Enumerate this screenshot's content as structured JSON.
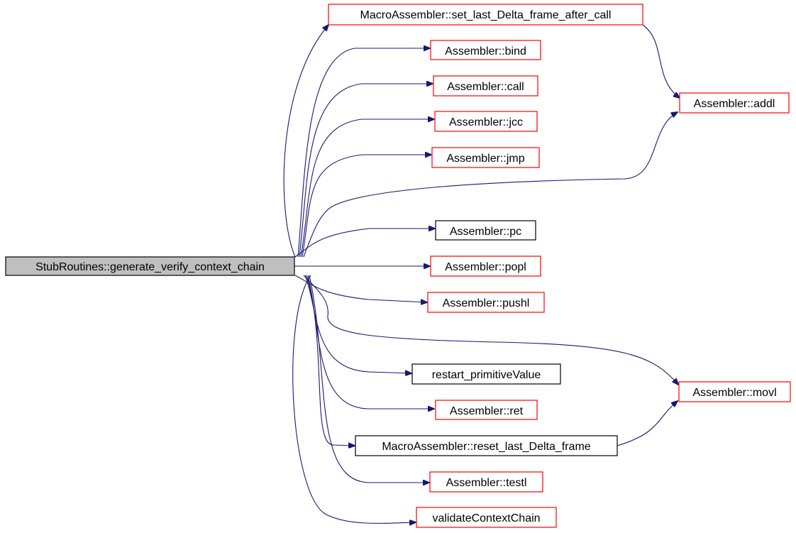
{
  "diagram": {
    "root": {
      "label": "StubRoutines::generate_verify_context_chain"
    },
    "nodes": {
      "set_last_delta": "MacroAssembler::set_last_Delta_frame_after_call",
      "bind": "Assembler::bind",
      "call": "Assembler::call",
      "jcc": "Assembler::jcc",
      "jmp": "Assembler::jmp",
      "addl": "Assembler::addl",
      "pc": "Assembler::pc",
      "popl": "Assembler::popl",
      "pushl": "Assembler::pushl",
      "movl": "Assembler::movl",
      "restart": "restart_primitiveValue",
      "ret": "Assembler::ret",
      "reset_last_delta": "MacroAssembler::reset_last_Delta_frame",
      "testl": "Assembler::testl",
      "validate": "validateContextChain"
    },
    "colors": {
      "edge": "#191970",
      "documented_border": "#ff0000",
      "undocumented_border": "#000000",
      "root_fill": "#bfbfbf"
    }
  }
}
